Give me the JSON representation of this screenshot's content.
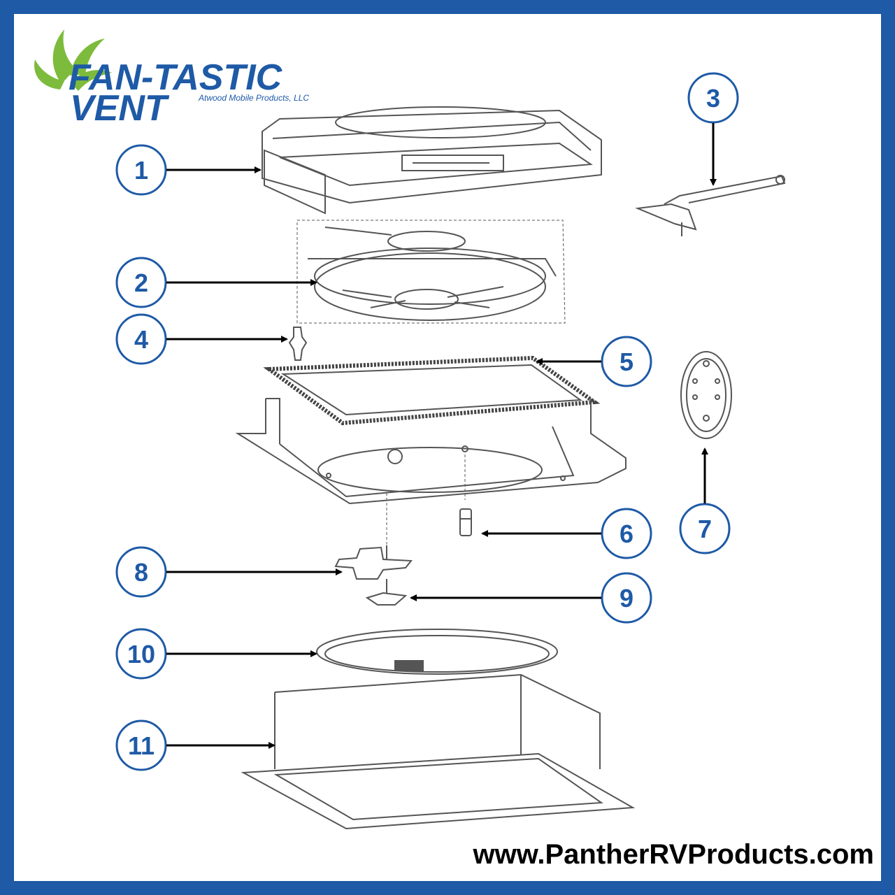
{
  "brand": {
    "name_line1": "FAN-TASTIC",
    "name_line2": "VENT",
    "company": "Atwood Mobile Products, LLC"
  },
  "callouts": [
    "1",
    "2",
    "3",
    "4",
    "5",
    "6",
    "7",
    "8",
    "9",
    "10",
    "11"
  ],
  "website": "www.PantherRVProducts.com",
  "colors": {
    "accent": "#1e5aa6",
    "logo_green": "#7dbb3c",
    "line": "#555555"
  }
}
